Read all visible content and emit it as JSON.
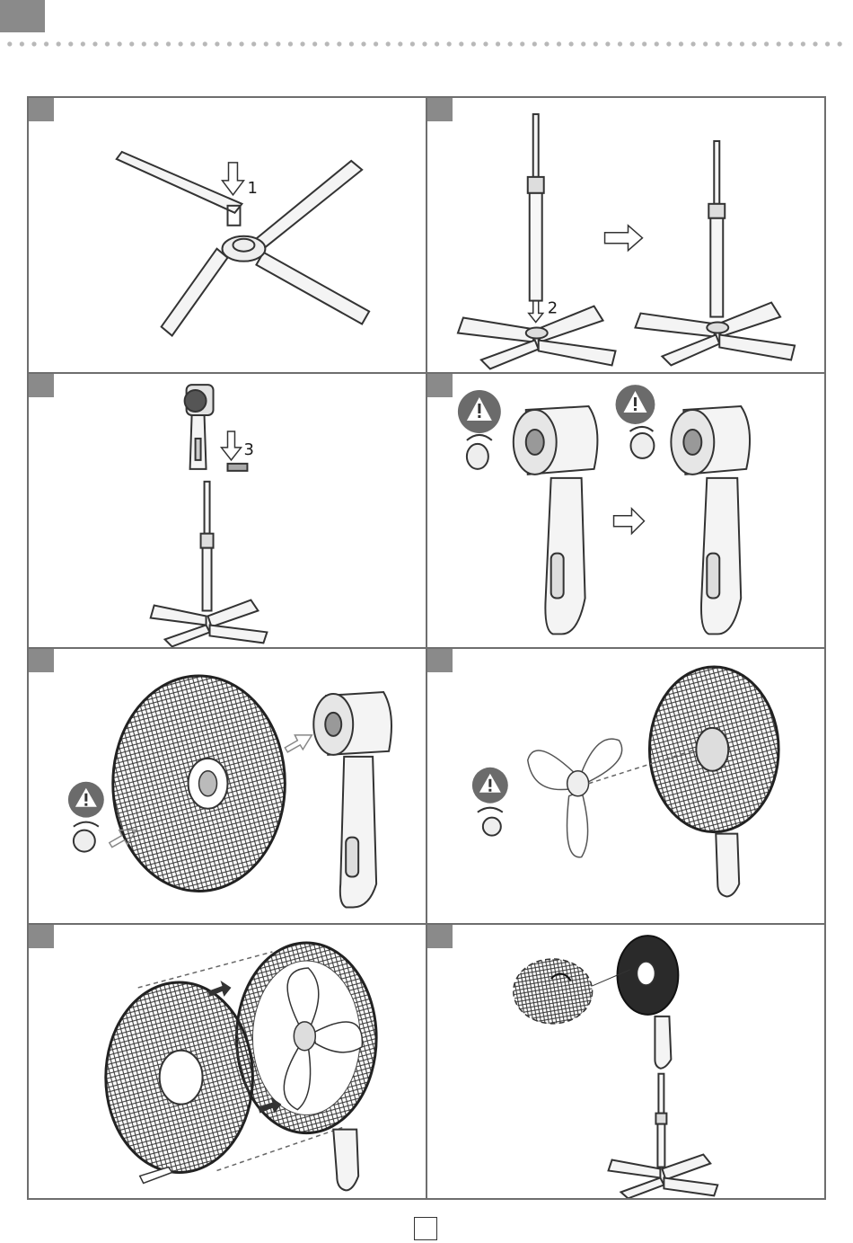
{
  "steps": [
    {
      "callout": "1"
    },
    {
      "callout": "2"
    },
    {
      "callout": "3"
    },
    {
      "callout": ""
    },
    {
      "callout": ""
    },
    {
      "callout": ""
    },
    {
      "callout": ""
    },
    {
      "callout": ""
    }
  ],
  "colors": {
    "tab": "#8a8a8a",
    "border": "#6e6e6e",
    "warning": "#6b6b6b"
  },
  "icons": [
    "down-arrow-icon",
    "right-arrow-icon",
    "warning-icon",
    "rotate-arrow-icon"
  ]
}
